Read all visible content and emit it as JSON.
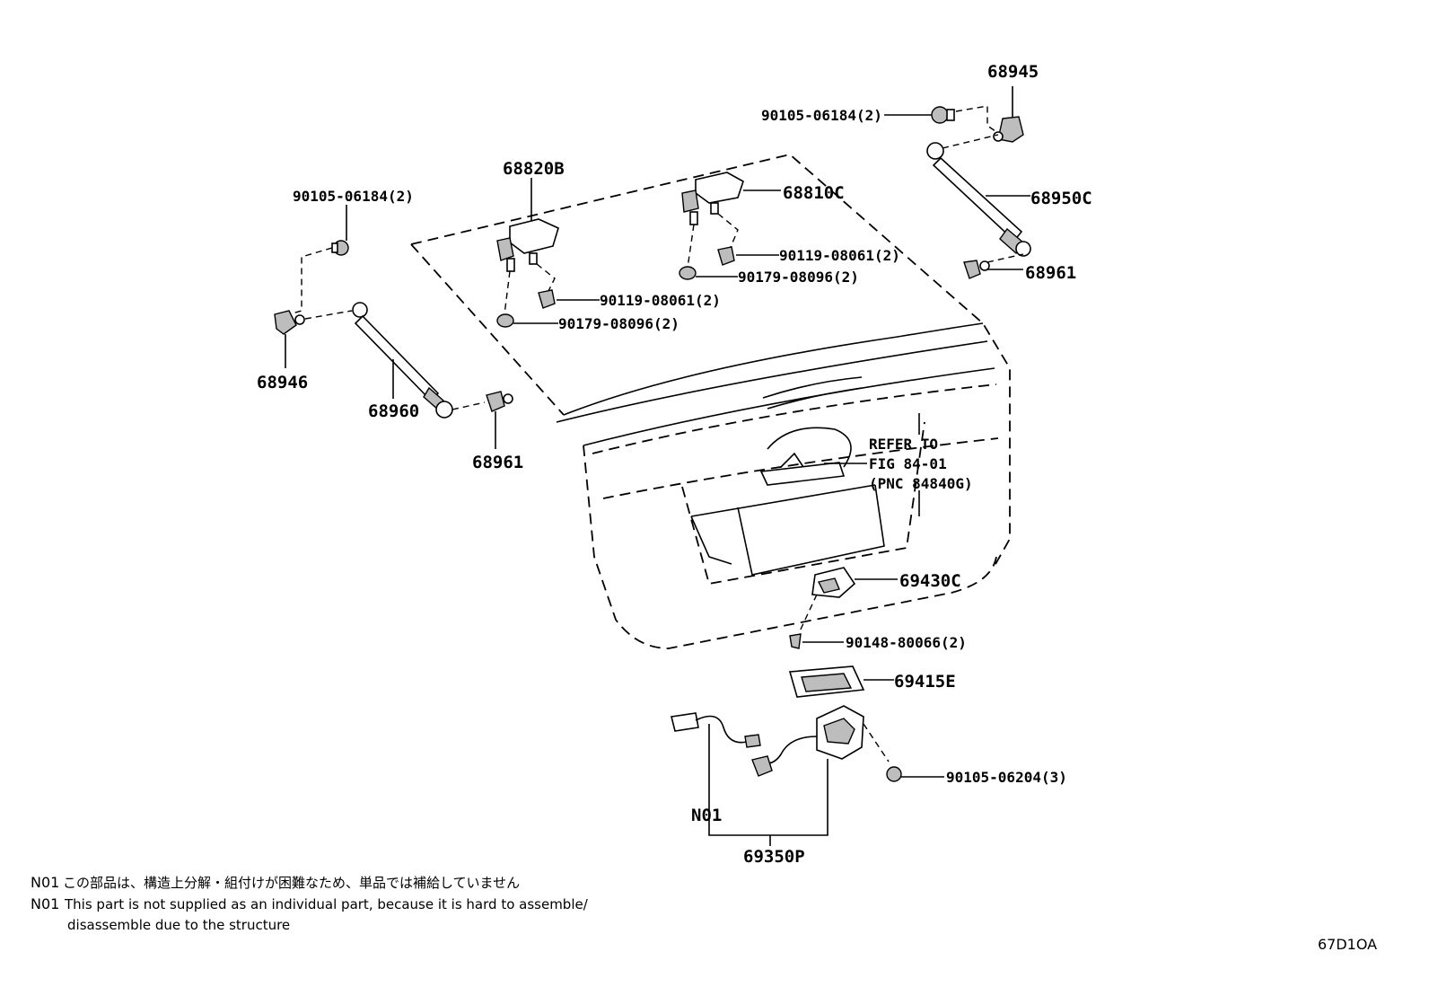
{
  "labels": {
    "p68945": "68945",
    "p90105_06184_r": "90105-06184(2)",
    "p68950C": "68950C",
    "p68961_r": "68961",
    "p68820B": "68820B",
    "p68810C": "68810C",
    "p90105_06184_l": "90105-06184(2)",
    "p90119_08061_c": "90119-08061(2)",
    "p90179_08096_c": "90179-08096(2)",
    "p90119_08061_l": "90119-08061(2)",
    "p90179_08096_l": "90179-08096(2)",
    "p68946": "68946",
    "p68960": "68960",
    "p68961_l": "68961",
    "refer_line1": "REFER TO",
    "refer_line2": "FIG 84-01",
    "refer_line3": "(PNC 84840G)",
    "p69430C": "69430C",
    "p90148_80066": "90148-80066(2)",
    "p69415E": "69415E",
    "p90105_06204": "90105-06204(3)",
    "n01": "N01",
    "p69350P": "69350P"
  },
  "notes": {
    "jp_prefix": "N01",
    "jp_text": "この部品は、構造上分解・組付けが困難なため、単品では補給していません",
    "en_prefix": "N01",
    "en_text_line1": "This part is not supplied as an individual part, because it is hard to assemble/",
    "en_text_line2": "disassemble due to the structure"
  },
  "figure_code": "67D1OA"
}
